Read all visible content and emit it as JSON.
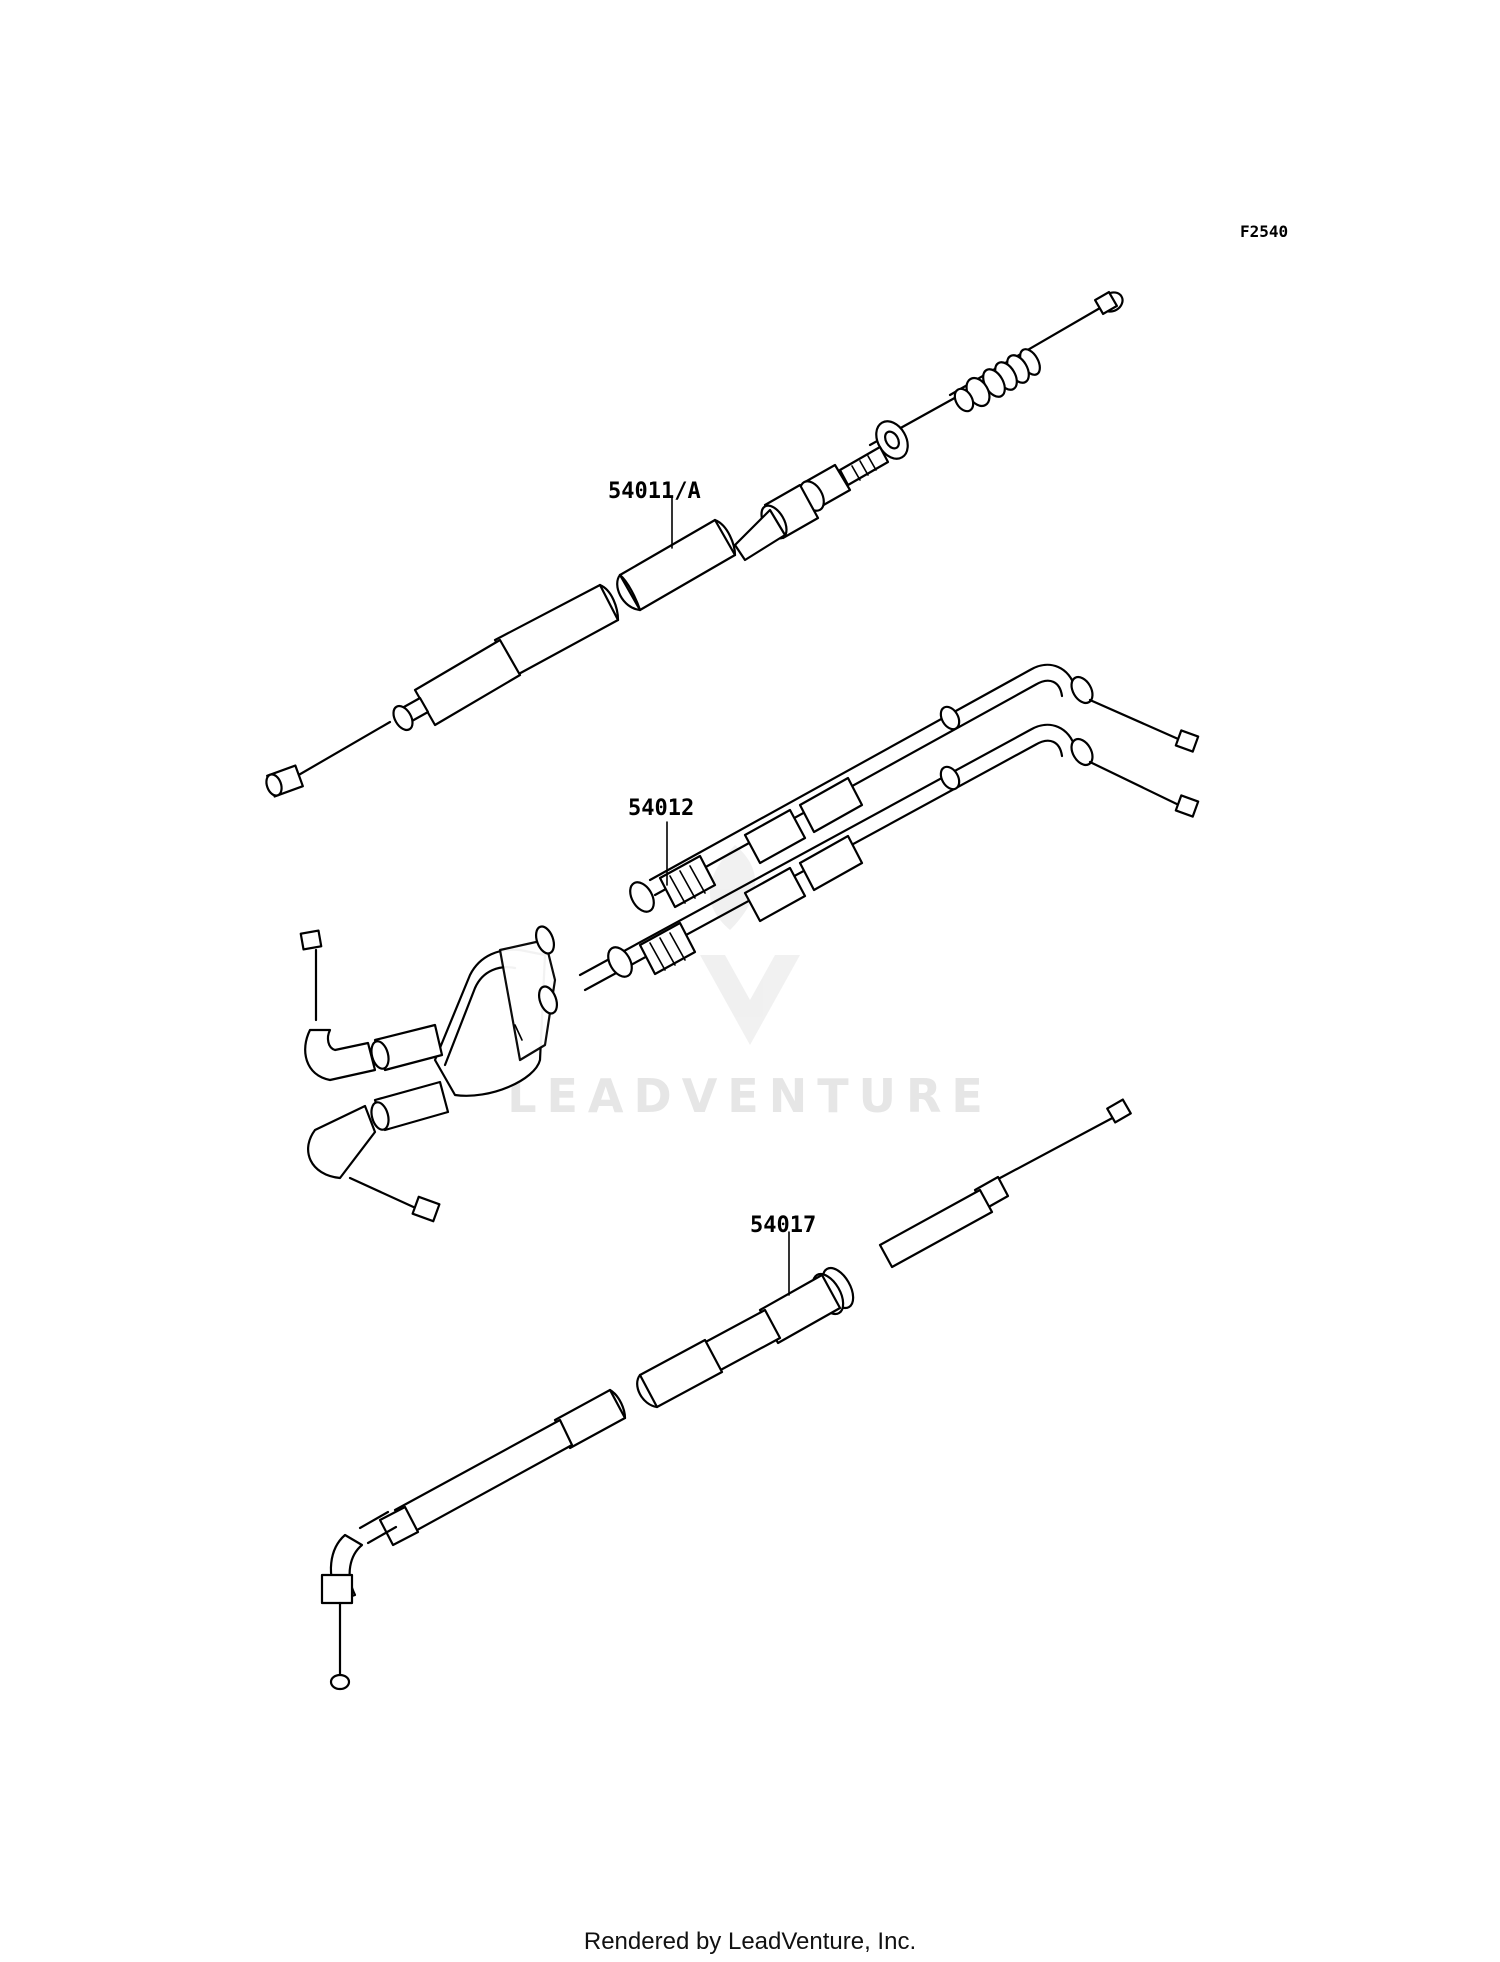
{
  "diagram": {
    "reference_code": "F2540",
    "parts": [
      {
        "id": "throttle-cable-a",
        "label": "54011/A"
      },
      {
        "id": "throttle-cable-pair",
        "label": "54012"
      },
      {
        "id": "clutch-cable",
        "label": "54017"
      }
    ],
    "watermark": {
      "text": "LEADVENTURE",
      "icon": "leadventure-logo-icon"
    },
    "footer": "Rendered by LeadVenture, Inc."
  }
}
